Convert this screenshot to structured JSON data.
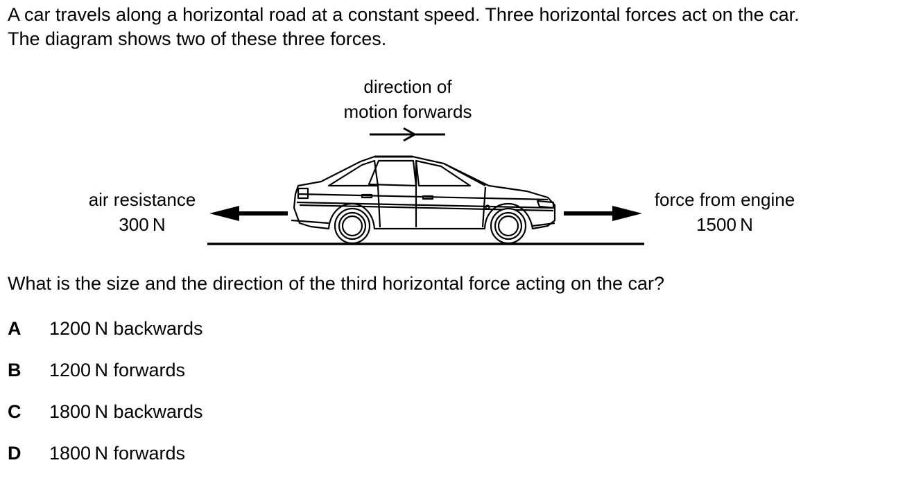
{
  "stem": {
    "line1": "A car travels along a horizontal road at a constant speed. Three horizontal forces act on the car.",
    "line2": "The diagram shows two of these three forces."
  },
  "diagram": {
    "motion_label_line1": "direction of",
    "motion_label_line2": "motion forwards",
    "air_label_line1": "air resistance",
    "air_label_line2": "300 N",
    "engine_label_line1": "force from engine",
    "engine_label_line2": "1500 N"
  },
  "question": "What is the size and the direction of the third horizontal force acting on the car?",
  "options": [
    {
      "letter": "A",
      "text": "1200 N backwards"
    },
    {
      "letter": "B",
      "text": "1200 N forwards"
    },
    {
      "letter": "C",
      "text": "1800 N backwards"
    },
    {
      "letter": "D",
      "text": "1800 N forwards"
    }
  ]
}
